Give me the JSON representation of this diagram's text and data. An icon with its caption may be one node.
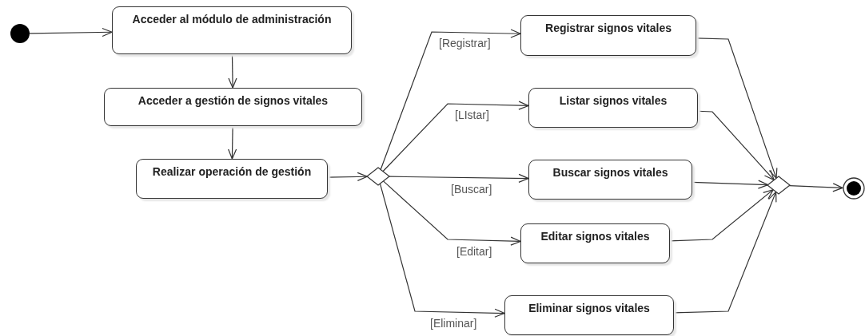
{
  "diagram": {
    "nodes": [
      {
        "text": [],
        "shape": "circle"
      },
      {
        "text": [
          "Acceder al módulo de administración"
        ]
      },
      {
        "text": [
          "Acceder a gestión de signos vitales"
        ]
      },
      {
        "text": [
          "Realizar operación de gestión"
        ]
      },
      {
        "text": [],
        "shape": "diamond"
      },
      {
        "text": [
          "Registrar signos vitales"
        ]
      },
      {
        "text": [
          "Listar signos vitales"
        ]
      },
      {
        "text": [
          "Buscar signos vitales"
        ]
      },
      {
        "text": [
          "Editar signos vitales"
        ]
      },
      {
        "text": [
          "Eliminar signos vitales"
        ]
      },
      {
        "text": [],
        "shape": "diamond"
      },
      {
        "text": [],
        "shape": "circle"
      }
    ],
    "edges": [
      {
        "from": 0,
        "to": 1,
        "arrow": "to"
      },
      {
        "from": 1,
        "to": 2,
        "arrow": "to"
      },
      {
        "from": 2,
        "to": 3,
        "arrow": "to"
      },
      {
        "from": 3,
        "to": 4,
        "arrow": "to"
      },
      {
        "from": 4,
        "to": 5,
        "arrow": "to",
        "label": "[Registrar]"
      },
      {
        "from": 4,
        "to": 6,
        "arrow": "to",
        "label": "[LIstar]"
      },
      {
        "from": 4,
        "to": 7,
        "arrow": "to",
        "label": "[Buscar]"
      },
      {
        "from": 4,
        "to": 8,
        "arrow": "to",
        "label": "[Editar]"
      },
      {
        "from": 4,
        "to": 9,
        "arrow": "to",
        "label": "[Eliminar]"
      },
      {
        "from": 5,
        "to": 10,
        "arrow": "to"
      },
      {
        "from": 6,
        "to": 10,
        "arrow": "to"
      },
      {
        "from": 7,
        "to": 10,
        "arrow": "to"
      },
      {
        "from": 8,
        "to": 10,
        "arrow": "to"
      },
      {
        "from": 9,
        "to": 10,
        "arrow": "to"
      },
      {
        "from": 10,
        "to": 11,
        "arrow": "to"
      }
    ]
  }
}
